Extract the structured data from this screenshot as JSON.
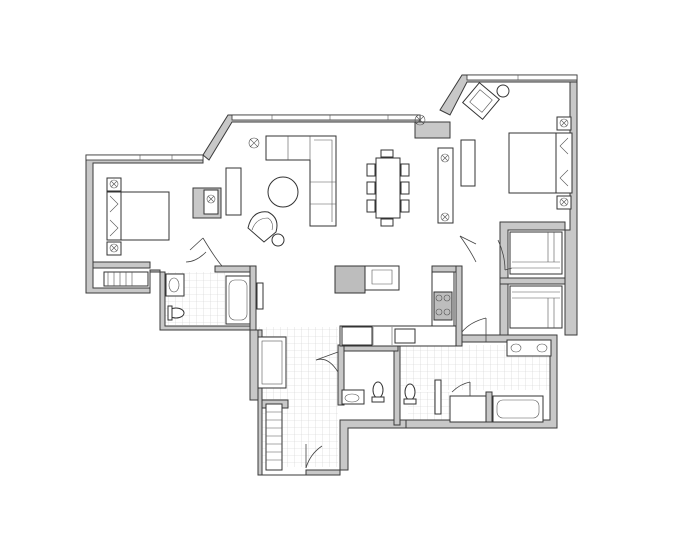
{
  "plan": {
    "colors": {
      "wall": "#c8c8c8",
      "outline": "#3a3a3a",
      "background": "#ffffff",
      "tile": "#d9d9d9"
    },
    "rooms": [
      {
        "id": "living-dining",
        "icons": [
          "sofa-icon",
          "round-table-icon",
          "dining-table-icon",
          "armchair-icon",
          "media-console-icon"
        ]
      },
      {
        "id": "left-bedroom",
        "icons": [
          "bed-icon",
          "nightstand-icon"
        ]
      },
      {
        "id": "right-bedroom",
        "icons": [
          "bed-icon",
          "nightstand-icon",
          "armchair-icon"
        ]
      },
      {
        "id": "kitchen",
        "icons": [
          "island-icon",
          "stove-icon",
          "sink-icon"
        ]
      },
      {
        "id": "bathrooms",
        "icons": [
          "bathtub-icon",
          "toilet-icon",
          "vanity-icon",
          "shower-icon"
        ]
      },
      {
        "id": "closets",
        "icons": [
          "closet-rod-icon"
        ]
      }
    ]
  }
}
